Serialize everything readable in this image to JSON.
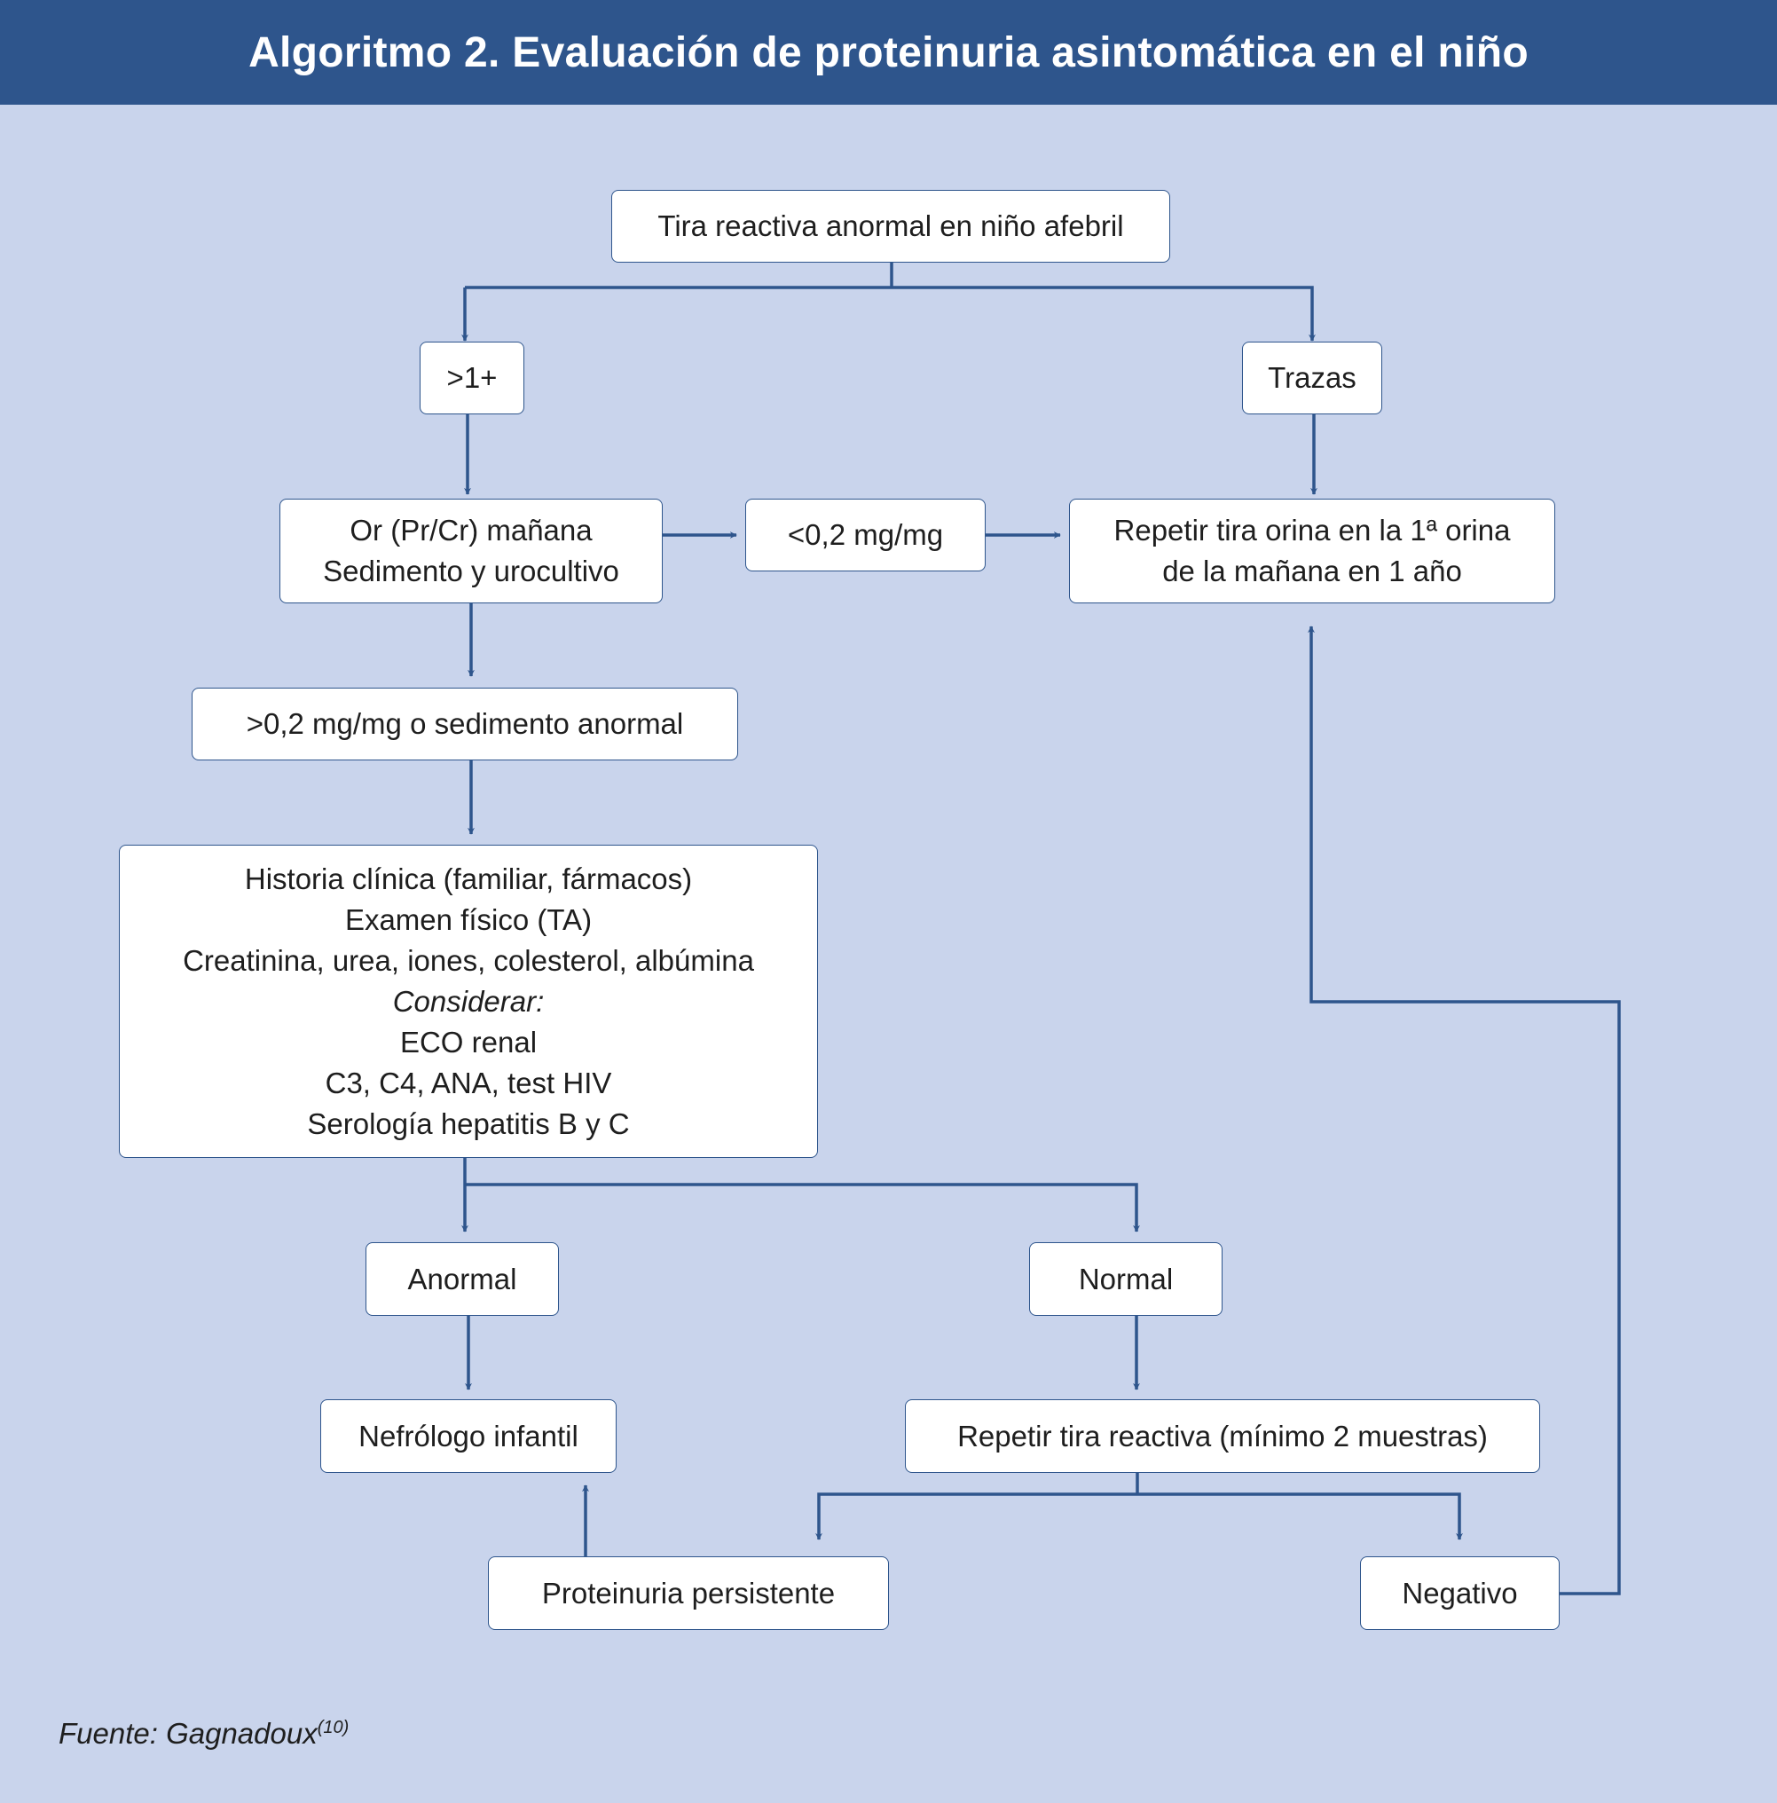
{
  "header": {
    "title": "Algoritmo 2. Evaluación de proteinuria asintomática en el niño"
  },
  "nodes": {
    "start": [
      "Tira reactiva anormal en niño afebril"
    ],
    "gt1": [
      ">1+"
    ],
    "trazas": [
      "Trazas"
    ],
    "or_prcr": [
      "Or (Pr/Cr) mañana",
      "Sedimento y urocultivo"
    ],
    "lt02": [
      "<0,2 mg/mg"
    ],
    "repetir_anual": [
      "Repetir tira orina en la 1ª orina",
      "de la mañana en 1 año"
    ],
    "gt02": [
      ">0,2 mg/mg o sedimento anormal"
    ],
    "evaluacion": [
      "Historia clínica (familiar, fármacos)",
      "Examen físico (TA)",
      "Creatinina, urea, iones, colesterol, albúmina",
      "Considerar:",
      "ECO renal",
      "C3, C4, ANA, test HIV",
      "Serología hepatitis B y C"
    ],
    "anormal": [
      "Anormal"
    ],
    "normal": [
      "Normal"
    ],
    "nefrologo": [
      "Nefrólogo infantil"
    ],
    "repetir_tira": [
      "Repetir tira reactiva (mínimo 2 muestras)"
    ],
    "persistente": [
      "Proteinuria persistente"
    ],
    "negativo": [
      "Negativo"
    ]
  },
  "source": {
    "label": "Fuente: Gagnadoux",
    "ref": "(10)"
  },
  "colors": {
    "header_bg": "#2e558c",
    "background": "#c9d4ec",
    "arrow": "#2e558c",
    "node_bg": "#ffffff"
  }
}
